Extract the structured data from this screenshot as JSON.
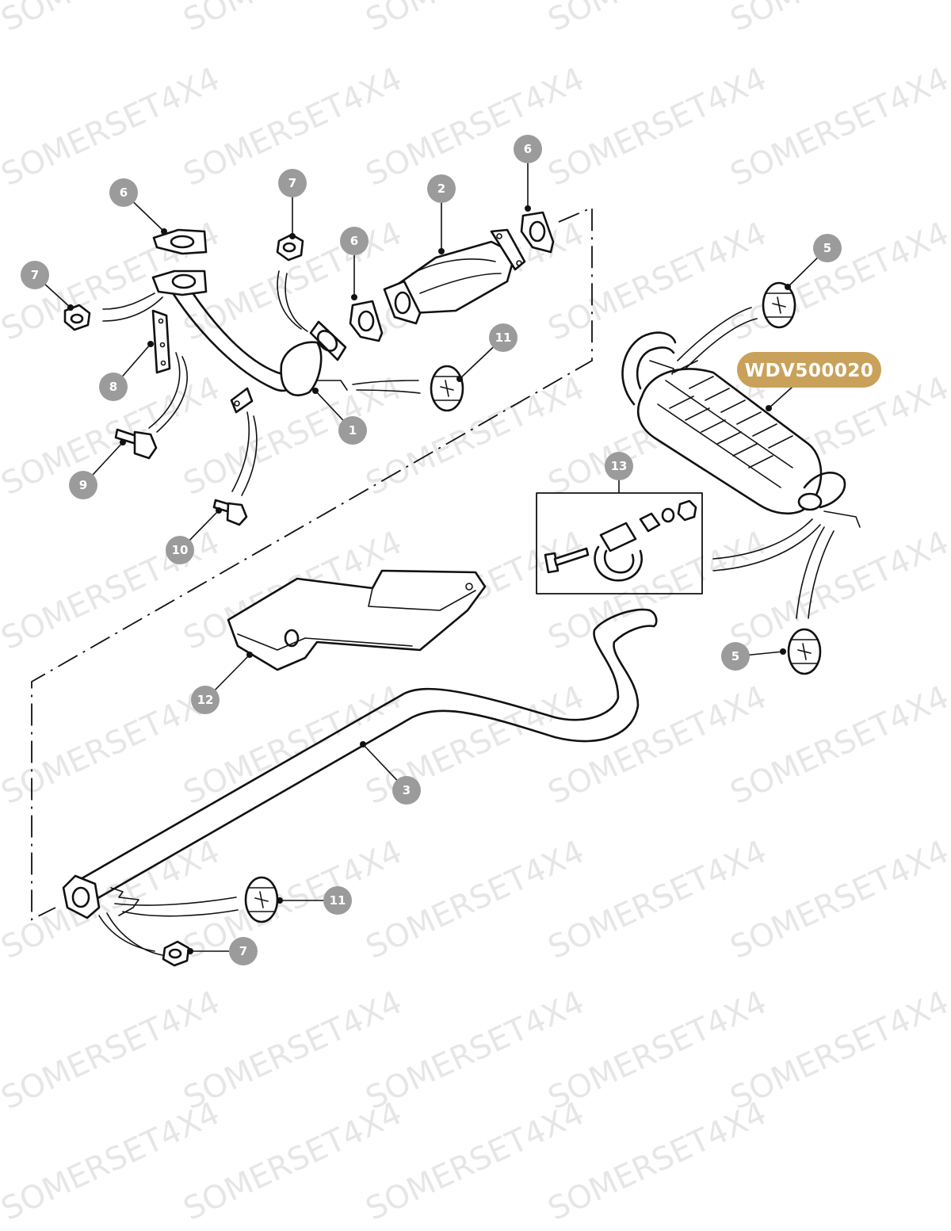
{
  "watermark": "SOMERSET4X4",
  "callouts": [
    {
      "label": "6"
    },
    {
      "label": "7"
    },
    {
      "label": "2"
    },
    {
      "label": "6"
    },
    {
      "label": "7"
    },
    {
      "label": "6"
    },
    {
      "label": "11"
    },
    {
      "label": "8"
    },
    {
      "label": "1"
    },
    {
      "label": "9"
    },
    {
      "label": "10"
    },
    {
      "label": "5"
    },
    {
      "label": "13"
    },
    {
      "label": "12"
    },
    {
      "label": "5"
    },
    {
      "label": "3"
    },
    {
      "label": "11"
    },
    {
      "label": "7"
    }
  ],
  "part_number": {
    "label": "WDV500020"
  }
}
